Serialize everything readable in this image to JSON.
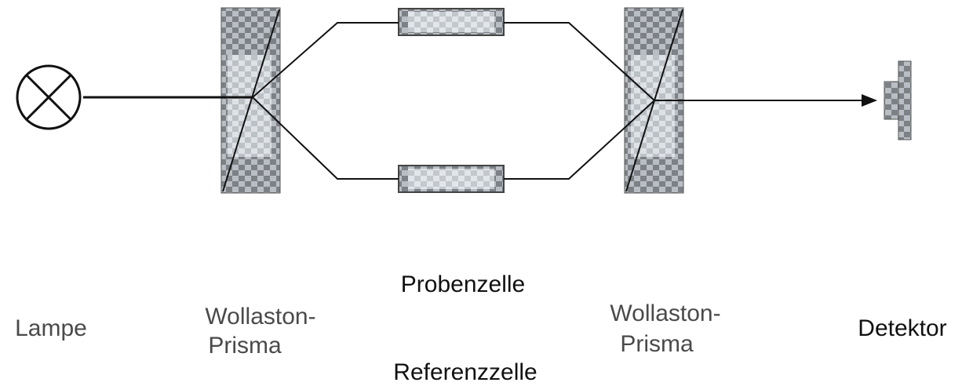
{
  "labels": {
    "lamp": "Lampe",
    "prism_left_line1": "Wollaston-",
    "prism_left_line2": "Prisma",
    "sample_cell": "Probenzelle",
    "reference_cell": "Referenzzelle",
    "prism_right_line1": "Wollaston-",
    "prism_right_line2": "Prisma",
    "detector": "Detektor"
  },
  "colors": {
    "beam": "#111111",
    "prism_dark": "#6f7378",
    "prism_light": "#c9ced4",
    "cell_dark": "#6f7378",
    "cell_light": "#d8dde2",
    "text_muted": "#4a4a4a",
    "text_dark": "#111111"
  },
  "icons": {
    "lamp": "lamp-cross-icon",
    "detector": "detector-icon",
    "arrow": "arrow-head-icon"
  }
}
